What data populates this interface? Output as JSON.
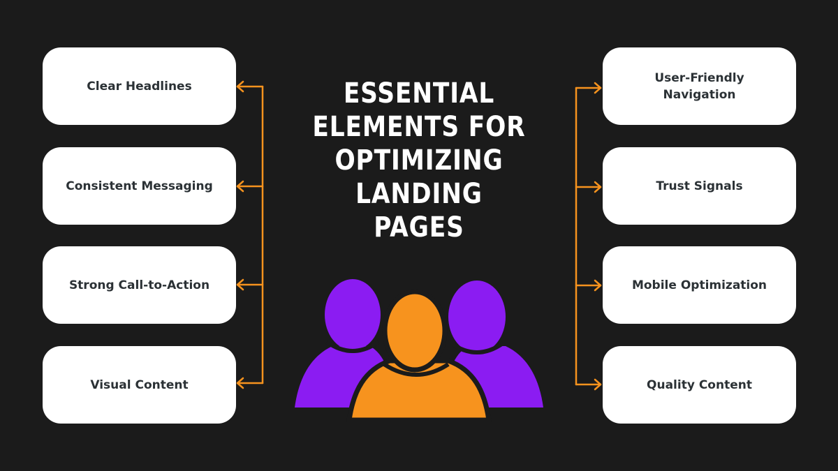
{
  "title_lines": [
    "ESSENTIAL",
    "ELEMENTS FOR",
    "OPTIMIZING",
    "LANDING PAGES"
  ],
  "left_items": [
    "Clear Headlines",
    "Consistent Messaging",
    "Strong Call-to-Action",
    "Visual Content"
  ],
  "right_items": [
    "User-Friendly Navigation",
    "Trust Signals",
    "Mobile Optimization",
    "Quality Content"
  ],
  "colors": {
    "background": "#1b1b1b",
    "card": "#ffffff",
    "card_text": "#2b3135",
    "connector": "#f7931e",
    "people_side": "#8b1cf2",
    "people_center": "#f7931e"
  },
  "icons": [
    "people-group-icon"
  ]
}
